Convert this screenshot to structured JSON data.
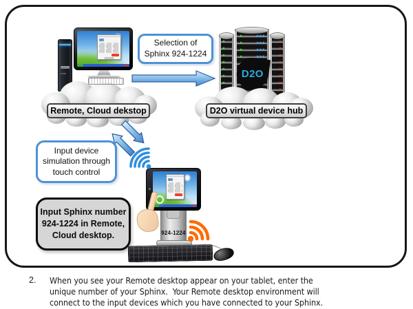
{
  "diagram": {
    "callout_selection": {
      "line1": "Selection of",
      "line2": "Sphinx 924-1224"
    },
    "cloud_left": {
      "label": "Remote, Cloud dekstop"
    },
    "cloud_right": {
      "label": "D2O virtual device hub"
    },
    "logo": {
      "text": "D2O"
    },
    "touch_box": {
      "line1": "Input device",
      "line2": "simulation through",
      "line3": "touch control"
    },
    "sphinx_box": {
      "line1": "Input Sphinx number",
      "line2": "924-1224 in Remote,",
      "line3": "Cloud desktop."
    },
    "tablet": {
      "stand_label": "924-1224"
    }
  },
  "instructions": {
    "number": "2.",
    "lines": [
      "When you see your Remote desktop appear on your tablet, enter the",
      "unique number of your Sphinx.  Your Remote desktop environment will",
      "connect to the input devices which you have connected to your Sphinx."
    ]
  },
  "colors": {
    "arrow_blue": "#5b9bd5",
    "callout_border": "#4f91d6",
    "wifi_blue": "#2f8fde",
    "wifi_orange": "#ff6a00",
    "logo_blue": "#29abe2"
  }
}
